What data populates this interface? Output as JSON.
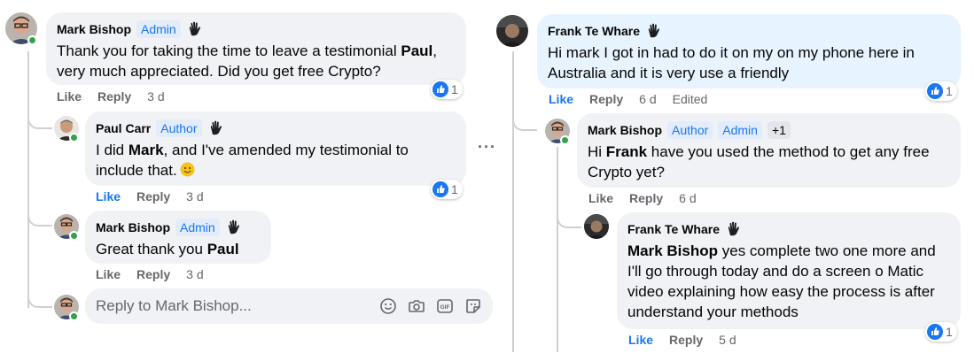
{
  "left": {
    "main": {
      "name": "Mark Bishop",
      "badges": [
        "Admin"
      ],
      "text_a": "Thank you for taking the time to leave a testimonial ",
      "text_b": "Paul",
      "text_c": ", very much appreciated. Did you get free Crypto?",
      "like": "Like",
      "reply": "Reply",
      "time": "3 d",
      "reactions": "1"
    },
    "reply1": {
      "name": "Paul Carr",
      "badges": [
        "Author"
      ],
      "text_a": "I did ",
      "text_b": "Mark",
      "text_c": ", and I've amended my testimonial to include that.",
      "like": "Like",
      "reply": "Reply",
      "time": "3 d",
      "reactions": "1",
      "more": "···"
    },
    "reply2": {
      "name": "Mark Bishop",
      "badges": [
        "Admin"
      ],
      "text_a": "Great thank you ",
      "text_b": "Paul",
      "like": "Like",
      "reply": "Reply",
      "time": "3 d"
    },
    "reply_box": {
      "placeholder": "Reply to Mark Bishop...",
      "gif": "GIF"
    }
  },
  "right": {
    "main": {
      "name": "Frank Te Whare",
      "text": "Hi mark I got in had to do it on my on my phone here in Australia and it is very use a friendly",
      "like": "Like",
      "reply": "Reply",
      "time": "6 d",
      "edited": "Edited",
      "reactions": "1"
    },
    "reply1": {
      "name": "Mark Bishop",
      "badges": [
        "Author",
        "Admin",
        "+1"
      ],
      "text_a": "Hi ",
      "text_b": "Frank",
      "text_c": " have you used the method to get any free Crypto yet?",
      "like": "Like",
      "reply": "Reply",
      "time": "6 d"
    },
    "reply2": {
      "name": "Frank Te Whare",
      "text_a": "Mark Bishop",
      "text_c": " yes complete two one more and I'll go through today and do a screen o Matic video explaining how easy the process is after understand your methods",
      "like": "Like",
      "reply": "Reply",
      "time": "5 d",
      "reactions": "1"
    }
  },
  "colors": {
    "accent": "#1877f2",
    "bubble": "#f0f2f5",
    "bubble_highlight": "#e7f3ff",
    "online": "#31a24c",
    "secondary_text": "#65676b"
  }
}
